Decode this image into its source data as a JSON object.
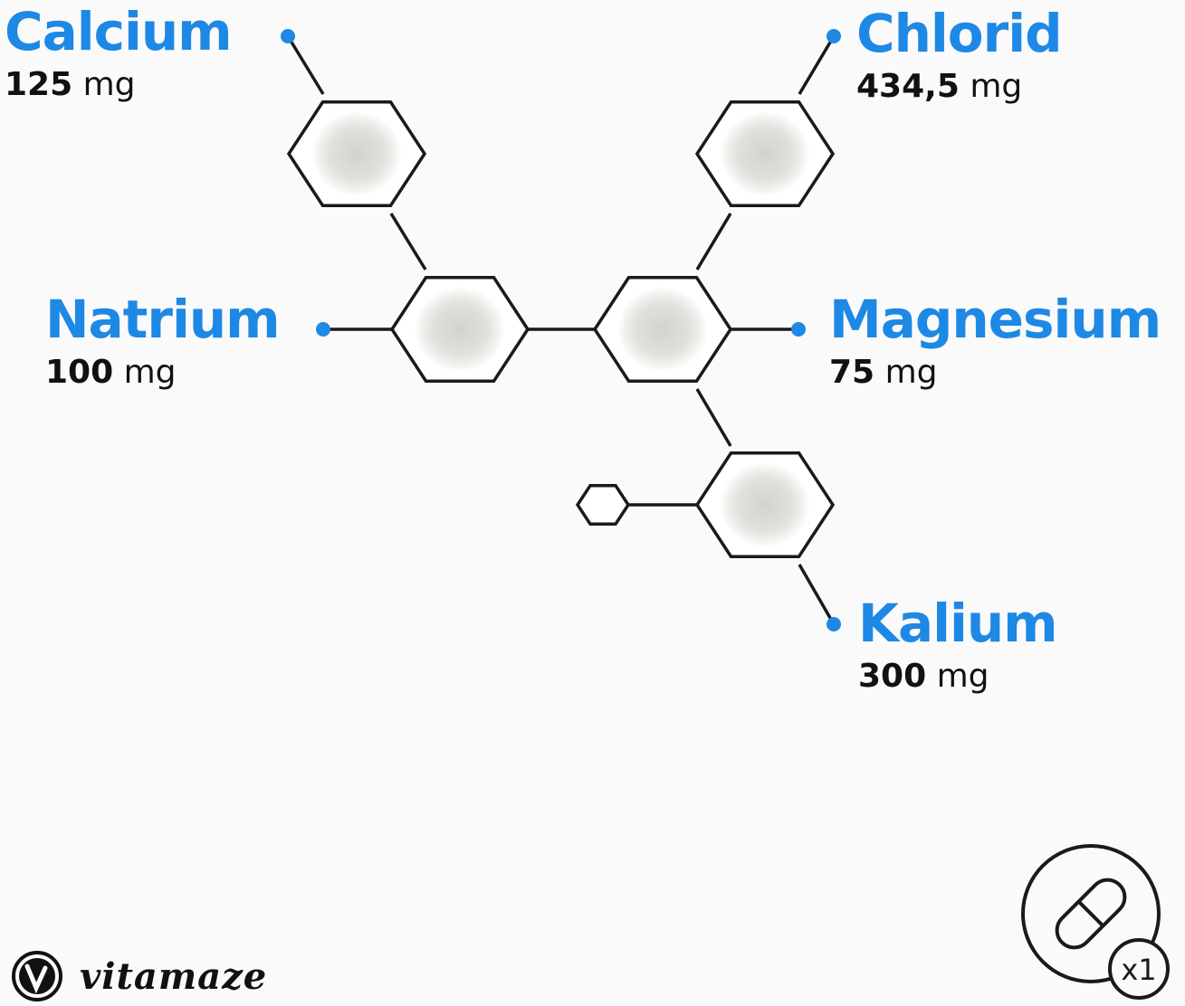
{
  "minerals": [
    {
      "name": "Calcium",
      "value": "125",
      "unit": "mg"
    },
    {
      "name": "Chlorid",
      "value": "434,5",
      "unit": "mg"
    },
    {
      "name": "Natrium",
      "value": "100",
      "unit": "mg"
    },
    {
      "name": "Magnesium",
      "value": "75",
      "unit": "mg"
    },
    {
      "name": "Kalium",
      "value": "300",
      "unit": "mg"
    }
  ],
  "brand": {
    "name": "vitamaze",
    "monogram": "V"
  },
  "dosage": {
    "label": "x1",
    "icon": "capsule-icon"
  },
  "colors": {
    "accent": "#1e88e5",
    "line": "#1a1a1a",
    "background": "#fafafa"
  }
}
